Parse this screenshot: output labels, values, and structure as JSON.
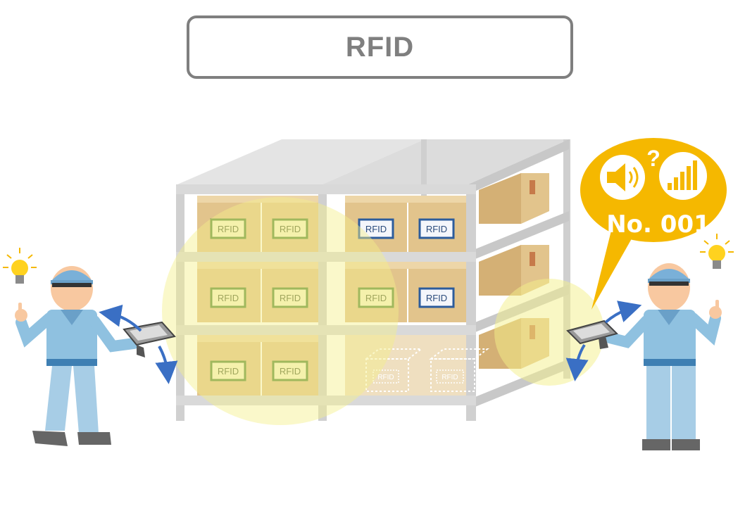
{
  "title": "RFID",
  "tags": {
    "left_r1c1": "RFID",
    "left_r1c2": "RFID",
    "left_r2c1": "RFID",
    "left_r2c2": "RFID",
    "left_r3c1": "RFID",
    "left_r3c2": "RFID",
    "right_r1c1": "RFID",
    "right_r1c2": "RFID",
    "right_r2c1": "RFID",
    "right_r2c2": "RFID",
    "ghost_1": "RFID",
    "ghost_2": "RFID"
  },
  "speech": {
    "question_mark": "?",
    "number_label": "No. 001"
  },
  "colors": {
    "read_zone": "#f3f08a",
    "speech_bubble": "#f5b800",
    "tag_green": "#5c8a3a",
    "tag_blue": "#2c5c9c",
    "shelf": "#d6d6d6",
    "box": "#e2c48c",
    "worker_uniform": "#8fc1e0",
    "arrow": "#3a6fc4",
    "bulb": "#ffd21f"
  },
  "icons": [
    "speaker-icon",
    "signal-bars-icon",
    "lightbulb-icon",
    "handheld-reader-icon"
  ]
}
